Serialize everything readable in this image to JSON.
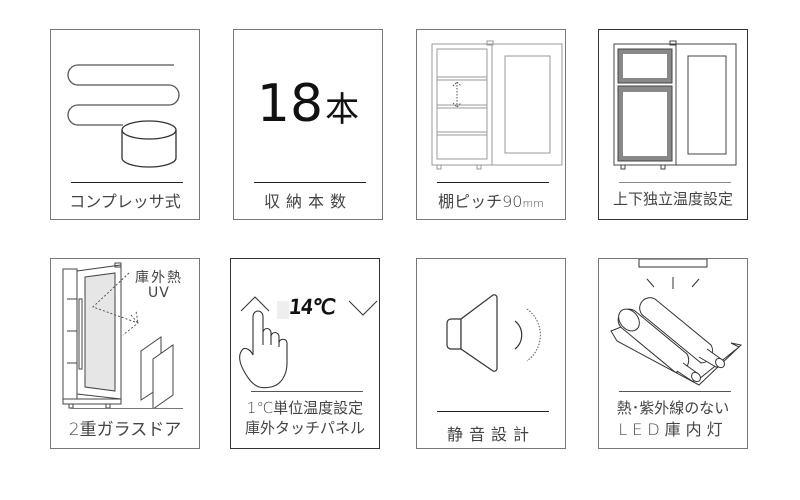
{
  "features": [
    {
      "id": "compressor",
      "label": "コンプレッサ式",
      "icon": "compressor-icon"
    },
    {
      "id": "capacity",
      "label": "収納本数",
      "big_number": "18",
      "big_unit": "本",
      "icon": "bottle-count-text"
    },
    {
      "id": "shelf-pitch",
      "label_main": "棚ピッチ90",
      "label_unit": "mm",
      "icon": "shelf-pitch-icon"
    },
    {
      "id": "dual-zone",
      "label": "上下独立温度設定",
      "icon": "dual-zone-fridge-icon"
    },
    {
      "id": "double-glass",
      "label": "2重ガラスドア",
      "annotation_line1": "庫外熱",
      "annotation_line2": "UV",
      "icon": "double-glass-door-icon"
    },
    {
      "id": "touch-panel",
      "label_line1": "1℃単位温度設定",
      "label_line2": "庫外タッチパネル",
      "display_value": "14℃",
      "icon": "touch-panel-icon"
    },
    {
      "id": "quiet",
      "label": "静音設計",
      "icon": "speaker-icon"
    },
    {
      "id": "led",
      "label_line1": "熱･紫外線のない",
      "label_line2": "LED庫内灯",
      "icon": "led-light-bottles-icon"
    }
  ],
  "colors": {
    "border": "#777777",
    "line": "#222222",
    "text": "#444444",
    "door_tint": "#888888"
  }
}
